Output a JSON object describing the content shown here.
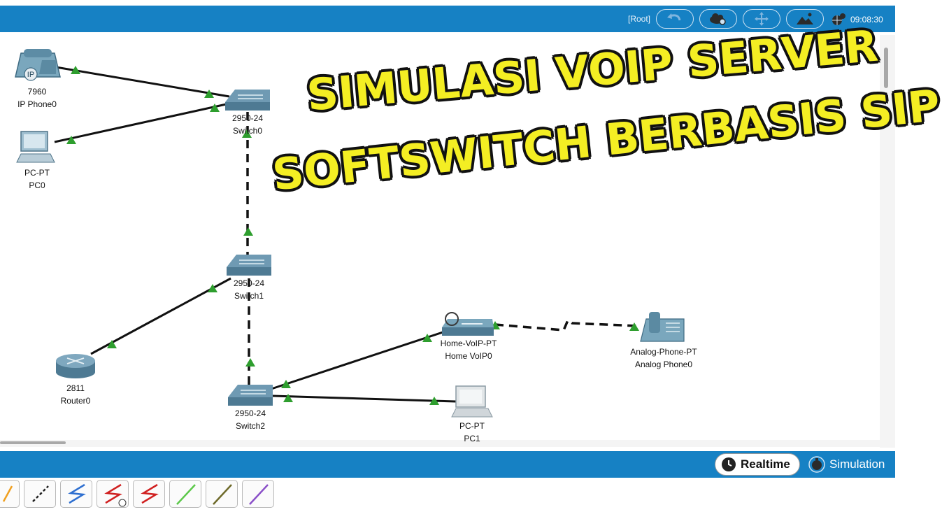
{
  "topbar": {
    "root_label": "[Root]",
    "time": "09:08:30",
    "buttons": [
      {
        "name": "back-icon"
      },
      {
        "name": "cloud-icon"
      },
      {
        "name": "move-icon"
      },
      {
        "name": "image-icon"
      },
      {
        "name": "globe-icon"
      }
    ]
  },
  "overlay": {
    "line1": "SIMULASI VOIP SERVER",
    "line2": "SOFTSWITCH BERBASIS SIP"
  },
  "devices": {
    "ipphone": {
      "model": "7960",
      "name": "IP Phone0",
      "badge": "IP"
    },
    "pc0": {
      "model": "PC-PT",
      "name": "PC0"
    },
    "switch0": {
      "model": "2950-24",
      "name": "Switch0"
    },
    "switch1": {
      "model": "2950-24",
      "name": "Switch1"
    },
    "router0": {
      "model": "2811",
      "name": "Router0"
    },
    "switch2": {
      "model": "2950-24",
      "name": "Switch2"
    },
    "homevoip": {
      "model": "Home-VoIP-PT",
      "name": "Home VoIP0"
    },
    "analog": {
      "model": "Analog-Phone-PT",
      "name": "Analog Phone0"
    },
    "pc1": {
      "model": "PC-PT",
      "name": "PC1"
    }
  },
  "modes": {
    "realtime": "Realtime",
    "simulation": "Simulation"
  },
  "colors": {
    "accent": "#1681c4",
    "title_text": "#f4ee23",
    "link_up": "#2e9e2e",
    "cable": "#111111"
  }
}
